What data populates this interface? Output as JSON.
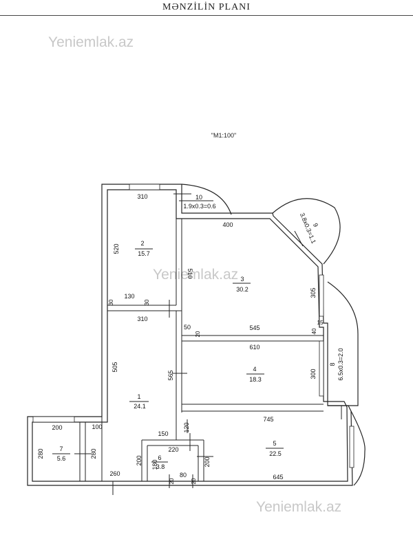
{
  "header": {
    "title": "MƏNZİLİN PLANI"
  },
  "scale_label": "\"M1:100\"",
  "watermarks": [
    "Yeniemlak.az",
    "Yeniemlak.az",
    "Yeniemlak.az"
  ],
  "rooms": [
    {
      "number": "1",
      "area": "24.1"
    },
    {
      "number": "2",
      "area": "15.7"
    },
    {
      "number": "3",
      "area": "30.2"
    },
    {
      "number": "4",
      "area": "18.3"
    },
    {
      "number": "5",
      "area": "22.5"
    },
    {
      "number": "6",
      "area": "3.8"
    },
    {
      "number": "7",
      "area": "5.6"
    },
    {
      "number": "8",
      "area": "6.5x0.3=2.0"
    },
    {
      "number": "9",
      "area": "3.8x0.3=1.1"
    },
    {
      "number": "10",
      "area": "1.9x0.3=0.6"
    }
  ],
  "dimensions": {
    "d310_top": "310",
    "d520": "520",
    "d130": "130",
    "d30_a": "30",
    "d30_b": "30",
    "d400": "400",
    "d510": "510",
    "d305": "305",
    "d15": "15",
    "d40": "40",
    "d310_mid": "310",
    "d50": "50",
    "d20_a": "20",
    "d545": "545",
    "d610": "610",
    "d505": "505",
    "d565": "565",
    "d300": "300",
    "d745": "745",
    "d150": "150",
    "d120": "120",
    "d200_top": "200",
    "d100": "100",
    "d280_a": "280",
    "d280_b": "280",
    "d220": "220",
    "d180": "180",
    "d80": "80",
    "d200_b": "200",
    "d200_c": "200",
    "d260": "260",
    "d20_b": "20",
    "d20_c": "20",
    "d645": "645"
  }
}
